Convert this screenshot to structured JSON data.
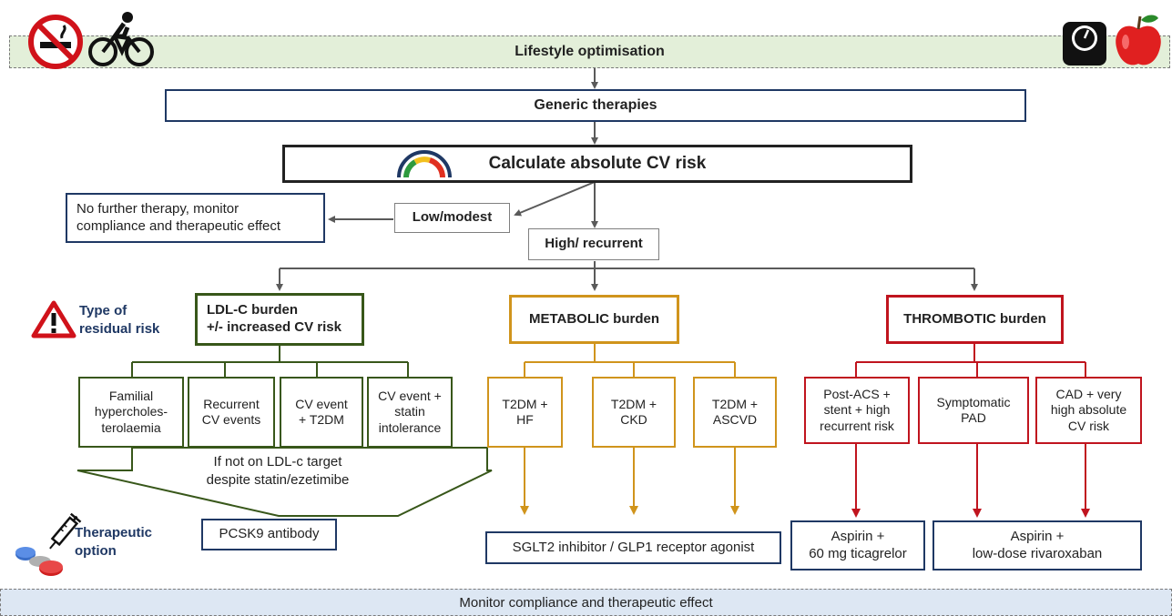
{
  "lifestyle": "Lifestyle optimisation",
  "generic": "Generic therapies",
  "calculate": "Calculate absolute CV risk",
  "no_further": "No further therapy, monitor\ncompliance and therapeutic effect",
  "low_modest": "Low/modest",
  "high_recurrent": "High/ recurrent",
  "type_residual": "Type of\nresidual risk",
  "therapeutic_option": "Therapeutic\noption",
  "ldl": {
    "title": "LDL-C burden\n+/- increased CV risk",
    "items": [
      "Familial\nhypercholes-\nterolaemia",
      "Recurrent\nCV events",
      "CV event\n+ T2DM",
      "CV event +\nstatin\nintolerance"
    ],
    "arrow_text": "If not on LDL-c target\ndespite statin/ezetimibe",
    "therapy": "PCSK9 antibody"
  },
  "metabolic": {
    "title": "METABOLIC burden",
    "items": [
      "T2DM +\nHF",
      "T2DM +\nCKD",
      "T2DM +\nASCVD"
    ],
    "therapy": "SGLT2 inhibitor / GLP1 receptor agonist"
  },
  "thrombotic": {
    "title": "THROMBOTIC burden",
    "items": [
      "Post-ACS +\nstent + high\nrecurrent risk",
      "Symptomatic\nPAD",
      "CAD + very\nhigh absolute\nCV risk"
    ],
    "therapy_1": "Aspirin +\n60 mg ticagrelor",
    "therapy_2": "Aspirin +\nlow-dose rivaroxaban"
  },
  "monitor": "Monitor compliance and therapeutic effect",
  "icons": [
    "no-smoking-icon",
    "cyclist-icon",
    "weighing-scale-icon",
    "apple-icon",
    "risk-gauge-icon",
    "warning-triangle-icon",
    "syringe-icon",
    "pills-icon"
  ],
  "colors": {
    "navy": "#1f3864",
    "green": "#38571a",
    "gold": "#d0941c",
    "red": "#c0141e",
    "gray": "#5a5a5a"
  }
}
